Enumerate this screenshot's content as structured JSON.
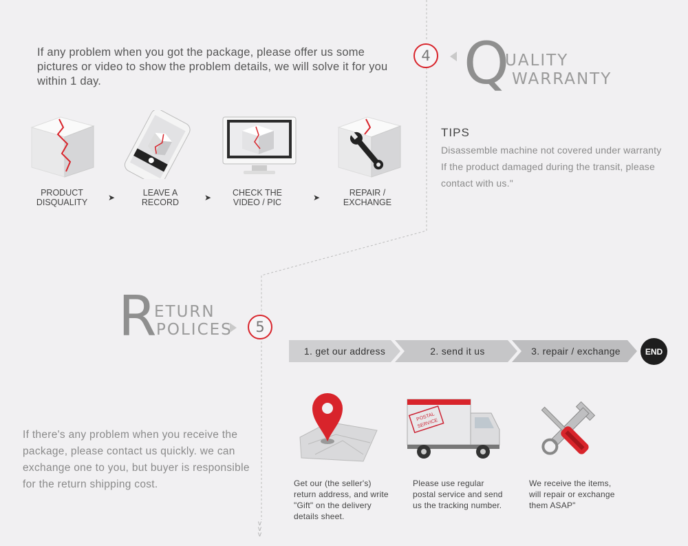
{
  "section4": {
    "number": "4",
    "title_big": "Q",
    "title_line1": "UALITY",
    "title_line2": "WARRANTY",
    "intro": "If any problem when you got the package, please offer us some pictures or video to show the problem details, we will solve it for you within 1 day.",
    "steps": [
      {
        "line1": "PRODUCT",
        "line2": "DISQUALITY",
        "icon": "broken-box-icon"
      },
      {
        "line1": "LEAVE A",
        "line2": "RECORD",
        "icon": "phone-icon"
      },
      {
        "line1": "CHECK THE",
        "line2": "VIDEO / PIC",
        "icon": "monitor-icon"
      },
      {
        "line1": "REPAIR /",
        "line2": "EXCHANGE",
        "icon": "wrench-box-icon"
      }
    ],
    "arrow_glyph": "➤",
    "tips_title": "TIPS",
    "tips_text": "Disassemble machine not covered under warranty\nIf the product damaged during the transit, please contact with us.\""
  },
  "section5": {
    "number": "5",
    "title_big": "R",
    "title_line1": "ETURN",
    "title_line2": "POLICES",
    "return_text": "If there's any problem when you receive the package, please contact us quickly. we can exchange one to you, but buyer is responsible for the return shipping cost.",
    "flow": [
      "1. get our address",
      "2. send it us",
      "3. repair / exchange"
    ],
    "end_label": "END",
    "descs": [
      "Get our (the seller's) return address, and write \"Gift\" on the delivery details sheet.",
      "Please use regular postal service and send us the tracking number.",
      "We receive the items, will repair or exchange them ASAP\""
    ],
    "truck_label_1": "POSTAL",
    "truck_label_2": "SERVICE",
    "more_glyph": "v"
  },
  "colors": {
    "accent": "#d8242b",
    "background": "#f1f0f2",
    "flow_1": "#cfcfd1",
    "flow_2": "#c6c6c8",
    "flow_3": "#bdbdbf",
    "end": "#1e1e1e"
  }
}
